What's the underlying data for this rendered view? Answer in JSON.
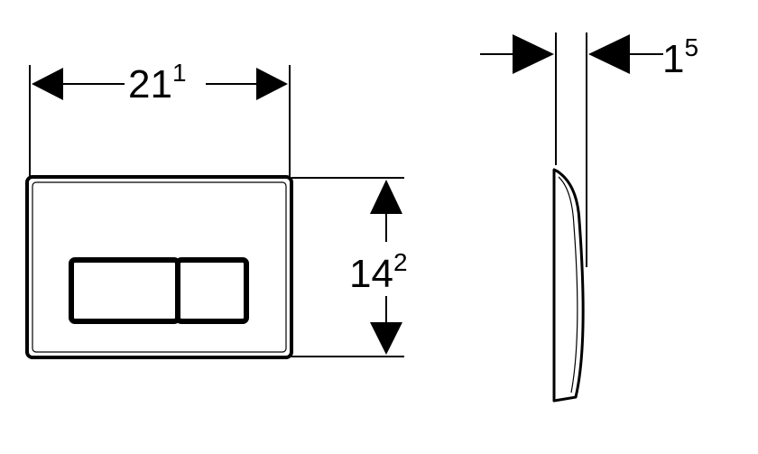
{
  "dimensions": {
    "width": {
      "main": "21",
      "sup": "1"
    },
    "height": {
      "main": "14",
      "sup": "2"
    },
    "thickness": {
      "main": "1",
      "sup": "5"
    }
  }
}
